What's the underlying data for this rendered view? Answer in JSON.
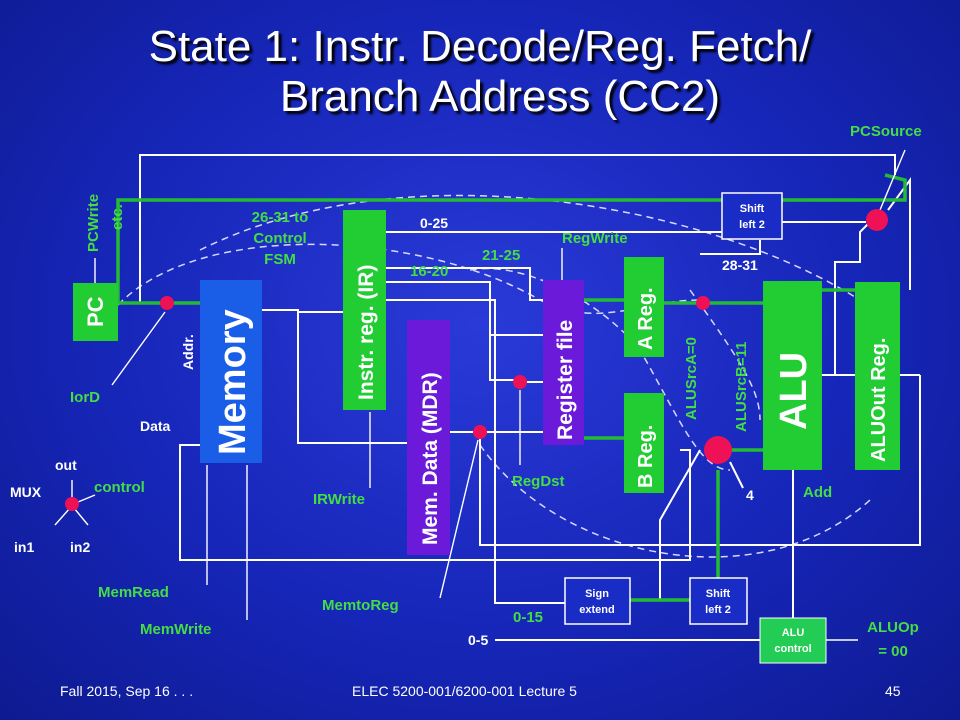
{
  "slide": {
    "title_line1": "State 1: Instr. Decode/Reg. Fetch/",
    "title_line2": "Branch Address (CC2)",
    "footer_left": "Fall 2015, Sep 16 . . .",
    "footer_center": "ELEC 5200-001/6200-001 Lecture 5",
    "footer_right": "45"
  },
  "blocks": {
    "pc": "PC",
    "memory": "Memory",
    "ir": "Instr. reg. (IR)",
    "mdr": "Mem. Data (MDR)",
    "register_file": "Register file",
    "a_reg": "A Reg.",
    "b_reg": "B Reg.",
    "alu": "ALU",
    "aluout": "ALUOut Reg.",
    "shift_left_top_1": "Shift",
    "shift_left_top_2": "left 2",
    "sign_extend_1": "Sign",
    "sign_extend_2": "extend",
    "shift_left_bot_1": "Shift",
    "shift_left_bot_2": "left 2",
    "alu_control_1": "ALU",
    "alu_control_2": "control"
  },
  "labels": {
    "pcwrite_1": "PCWrite",
    "pcwrite_2": "etc.",
    "control_fsm_1": "26-31 to",
    "control_fsm_2": "Control",
    "control_fsm_3": "FSM",
    "bits_0_25": "0-25",
    "bits_21_25": "21-25",
    "bits_16_20": "16-20",
    "bits_28_31": "28-31",
    "bits_0_15": "0-15",
    "bits_0_5": "0-5",
    "regwrite": "RegWrite",
    "pcsource": "PCSource",
    "iord": "IorD",
    "addr": "Addr.",
    "data": "Data",
    "irwrite": "IRWrite",
    "regdst": "RegDst",
    "alusrca": "ALUSrcA=0",
    "alusrcb": "ALUSrcB=11",
    "const_4": "4",
    "add": "Add",
    "memread": "MemRead",
    "memwrite": "MemWrite",
    "memtoreg": "MemtoReg",
    "aluop_1": "ALUOp",
    "aluop_2": "= 00"
  },
  "legend": {
    "out": "out",
    "mux": "MUX",
    "control": "control",
    "in1": "in1",
    "in2": "in2"
  },
  "colors": {
    "background": "#1a2cc6",
    "block_green": "#22cc33",
    "block_blue": "#1a5ee8",
    "block_purple": "#6a1ad8",
    "mux_red": "#ee1155",
    "label_green": "#44dd44",
    "box_outline": "#ffffff"
  }
}
